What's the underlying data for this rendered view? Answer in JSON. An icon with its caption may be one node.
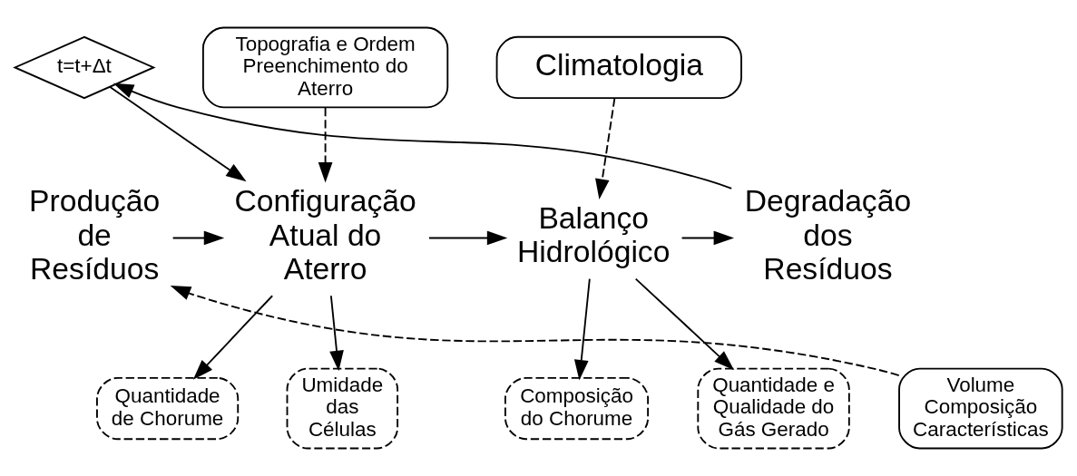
{
  "diagram": {
    "nodes": [
      {
        "text": [
          "t=t+Δt"
        ]
      },
      {
        "text": [
          "Topografia e Ordem Preenchimento do Aterro"
        ]
      },
      {
        "text": [
          "Climatologia"
        ]
      },
      {
        "text": [
          "Produção de Resíduos"
        ]
      },
      {
        "text": [
          "Configuração Atual do Aterro"
        ]
      },
      {
        "text": [
          "Balanço Hidrológico"
        ]
      },
      {
        "text": [
          "Degradação dos Resíduos"
        ]
      },
      {
        "text": [
          "Volume Composição Características"
        ]
      },
      {
        "text": [
          "Quantidade de Chorume"
        ]
      },
      {
        "text": [
          "Umidade das Células"
        ]
      },
      {
        "text": [
          "Composição do Chorume"
        ]
      },
      {
        "text": [
          "Quantidade e Qualidade do Gás Gerado"
        ]
      }
    ],
    "edges": [
      {
        "from": 3,
        "to": 4,
        "arrow": "to"
      },
      {
        "from": 4,
        "to": 5,
        "arrow": "to"
      },
      {
        "from": 5,
        "to": 6,
        "arrow": "to"
      },
      {
        "from": 6,
        "to": 0,
        "arrow": "to"
      },
      {
        "from": 0,
        "to": 4,
        "arrow": "to"
      },
      {
        "from": 1,
        "to": 4,
        "arrow": "to",
        "style": "dashed"
      },
      {
        "from": 2,
        "to": 5,
        "arrow": "to",
        "style": "dashed"
      },
      {
        "from": 7,
        "to": 3,
        "arrow": "to",
        "style": "dashed"
      },
      {
        "from": 4,
        "to": 8,
        "arrow": "to"
      },
      {
        "from": 4,
        "to": 9,
        "arrow": "to"
      },
      {
        "from": 5,
        "to": 10,
        "arrow": "to"
      },
      {
        "from": 5,
        "to": 11,
        "arrow": "to"
      }
    ]
  }
}
